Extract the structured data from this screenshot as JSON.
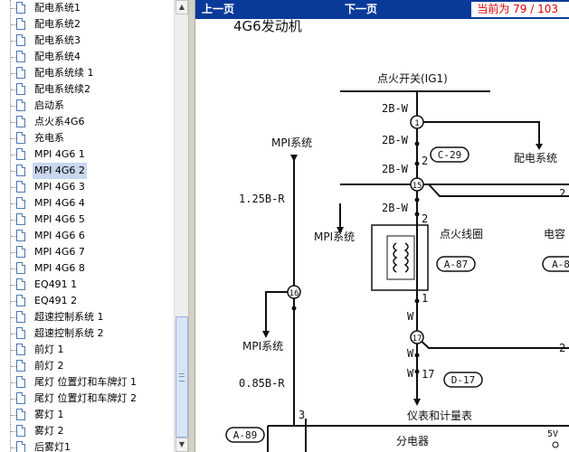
{
  "tree": {
    "items": [
      {
        "label": "配电系统1",
        "selected": false
      },
      {
        "label": "配电系统2",
        "selected": false
      },
      {
        "label": "配电系统3",
        "selected": false
      },
      {
        "label": "配电系统4",
        "selected": false
      },
      {
        "label": "配电系统续 1",
        "selected": false
      },
      {
        "label": "配电系统续2",
        "selected": false
      },
      {
        "label": "启动系",
        "selected": false
      },
      {
        "label": "点火系4G6",
        "selected": false
      },
      {
        "label": "充电系",
        "selected": false
      },
      {
        "label": "MPI 4G6 1",
        "selected": false
      },
      {
        "label": "MPI 4G6 2",
        "selected": true
      },
      {
        "label": "MPI 4G6 3",
        "selected": false
      },
      {
        "label": "MPI 4G6 4",
        "selected": false
      },
      {
        "label": "MPI 4G6 5",
        "selected": false
      },
      {
        "label": "MPI 4G6 6",
        "selected": false
      },
      {
        "label": "MPI 4G6 7",
        "selected": false
      },
      {
        "label": "MPI 4G6 8",
        "selected": false
      },
      {
        "label": "EQ491 1",
        "selected": false
      },
      {
        "label": "EQ491 2",
        "selected": false
      },
      {
        "label": "超速控制系统 1",
        "selected": false
      },
      {
        "label": "超速控制系统 2",
        "selected": false
      },
      {
        "label": "前灯 1",
        "selected": false
      },
      {
        "label": "前灯 2",
        "selected": false
      },
      {
        "label": "尾灯 位置灯和车牌灯 1",
        "selected": false
      },
      {
        "label": "尾灯 位置灯和车牌灯 2",
        "selected": false
      },
      {
        "label": "雾灯 1",
        "selected": false
      },
      {
        "label": "雾灯 2",
        "selected": false
      },
      {
        "label": "后雾灯1",
        "selected": false
      }
    ]
  },
  "toolbar": {
    "prev_label": "上一页",
    "next_label": "下一页",
    "page_text": "当前为 79 / 103"
  },
  "diagram": {
    "title": "4G6发动机",
    "ignition_switch": "点火开关(IG1)",
    "mpi_top": "MPI系统",
    "mpi_left": "MPI系统",
    "mpi_bottom": "MPI系统",
    "distribution": "配电系统",
    "ignition_coil": "点火线圈",
    "capacitor": "电容",
    "meter": "仪表和计量表",
    "distributor": "分电器",
    "wire_2bw_1": "2B-W",
    "wire_2bw_2": "2B-W",
    "wire_2bw_3": "2B-W",
    "wire_2bw_4": "2B-W",
    "wire_125br": "1.25B-R",
    "wire_085br": "0.85B-R",
    "wire_w_1": "W",
    "wire_w_2": "W",
    "wire_w_3": "W",
    "conn_c29": "C-29",
    "conn_a87": "A-87",
    "conn_a8x": "A-8",
    "conn_d17": "D-17",
    "conn_a89": "A-89",
    "node_1": "1",
    "node_15": "15",
    "node_16": "16",
    "node_17": "17",
    "pin_2a": "2",
    "pin_2b": "2",
    "pin_2c": "2",
    "pin_2d": "2",
    "pin_1": "1",
    "pin_17": "17",
    "pin_3": "3",
    "volt_5v": "5V"
  },
  "colors": {
    "toolbar_bg": "#0a3a99",
    "page_text": "#e00000",
    "selection_bg": "#c8d7ee"
  }
}
